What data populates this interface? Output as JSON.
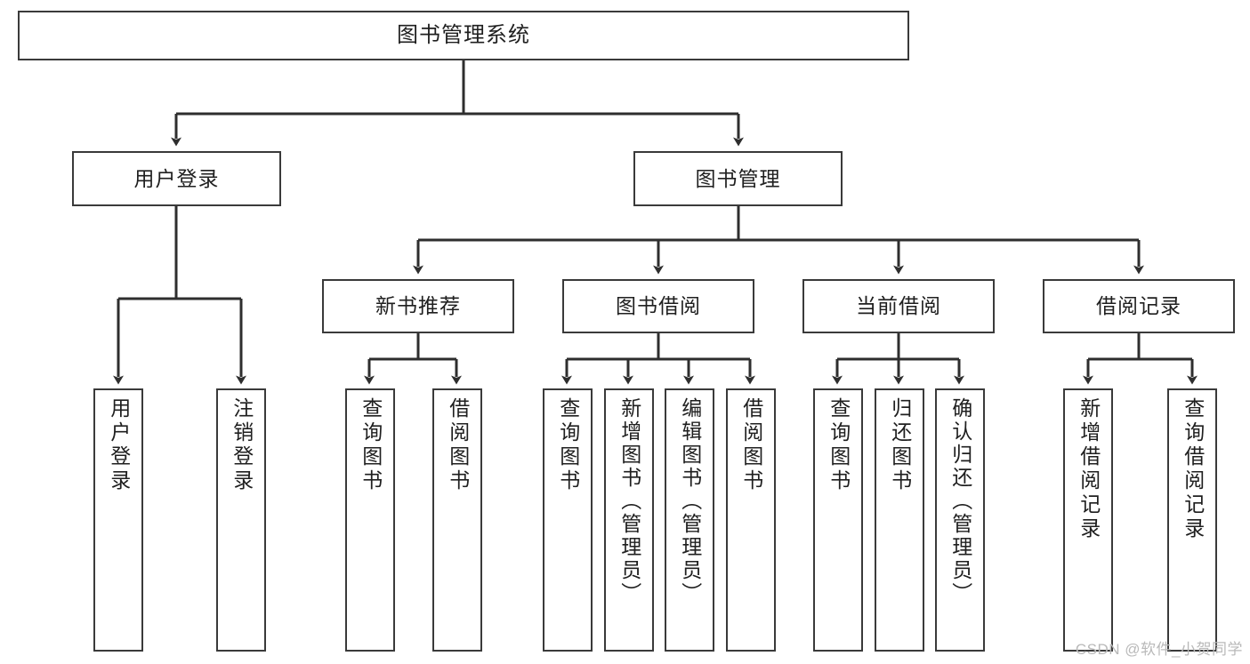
{
  "diagram": {
    "type": "tree-hierarchy-chart",
    "title": "图书管理系统",
    "watermark": "CSDN @软件_小贺同学",
    "colors": {
      "stroke": "#3a3a3a",
      "fill": "#ffffff",
      "text": "#1f1f1f",
      "watermark": "#b9b9b9"
    },
    "root": {
      "label": "图书管理系统"
    },
    "level2": [
      {
        "label": "用户登录"
      },
      {
        "label": "图书管理"
      }
    ],
    "level3": [
      {
        "label": "新书推荐"
      },
      {
        "label": "图书借阅"
      },
      {
        "label": "当前借阅"
      },
      {
        "label": "借阅记录"
      }
    ],
    "leaves": {
      "user_login": [
        {
          "label": "用户登录"
        },
        {
          "label": "注销登录"
        }
      ],
      "new_book_recommend": [
        {
          "label": "查询图书"
        },
        {
          "label": "借阅图书"
        }
      ],
      "book_borrow": [
        {
          "label": "查询图书"
        },
        {
          "label": "新增图书（管理员）"
        },
        {
          "label": "编辑图书（管理员）"
        },
        {
          "label": "借阅图书"
        }
      ],
      "current_borrow": [
        {
          "label": "查询图书"
        },
        {
          "label": "归还图书"
        },
        {
          "label": "确认归还（管理员）"
        }
      ],
      "borrow_record": [
        {
          "label": "新增借阅记录"
        },
        {
          "label": "查询借阅记录"
        }
      ]
    }
  }
}
